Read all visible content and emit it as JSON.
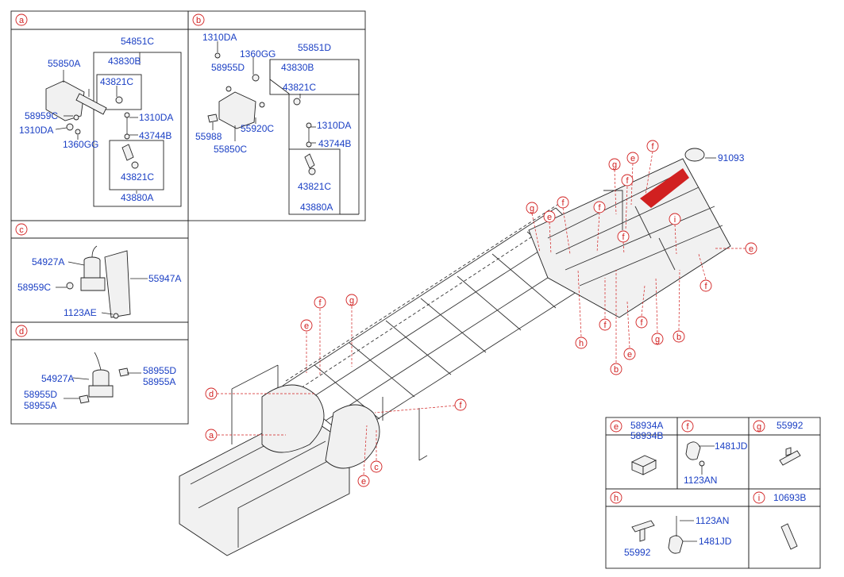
{
  "panels": {
    "a": {
      "callout": "a",
      "labels": [
        "54851C",
        "55850A",
        "43830B",
        "43821C",
        "58959C",
        "1310DA",
        "1310DA",
        "43744B",
        "1360GG",
        "43821C",
        "43880A"
      ]
    },
    "b": {
      "callout": "b",
      "labels": [
        "1310DA",
        "55851D",
        "1360GG",
        "58955D",
        "43830B",
        "43821C",
        "55988",
        "55920C",
        "1310DA",
        "55850C",
        "43744B",
        "43821C",
        "43880A"
      ]
    },
    "c": {
      "callout": "c",
      "labels": [
        "54927A",
        "55947A",
        "58959C",
        "1123AE"
      ]
    },
    "d": {
      "callout": "d",
      "labels": [
        "54927A",
        "58955D",
        "58955A",
        "58955D",
        "58955A"
      ]
    },
    "e": {
      "callout": "e",
      "labels": [
        "58934A",
        "58934B"
      ]
    },
    "f": {
      "callout": "f",
      "labels": [
        "1481JD",
        "1123AN"
      ]
    },
    "g": {
      "callout": "g",
      "labels": [
        "55992"
      ]
    },
    "h": {
      "callout": "h",
      "labels": [
        "1123AN",
        "55992",
        "1481JD"
      ]
    },
    "i": {
      "callout": "i",
      "labels": [
        "10693B"
      ]
    }
  },
  "main": {
    "part_label": "91093",
    "callouts": [
      "f",
      "e",
      "g",
      "f",
      "f",
      "g",
      "e",
      "f",
      "f",
      "i",
      "e",
      "f",
      "f",
      "b",
      "e",
      "g",
      "b",
      "h",
      "f",
      "g",
      "f",
      "e",
      "d",
      "f",
      "a",
      "c",
      "e"
    ]
  }
}
